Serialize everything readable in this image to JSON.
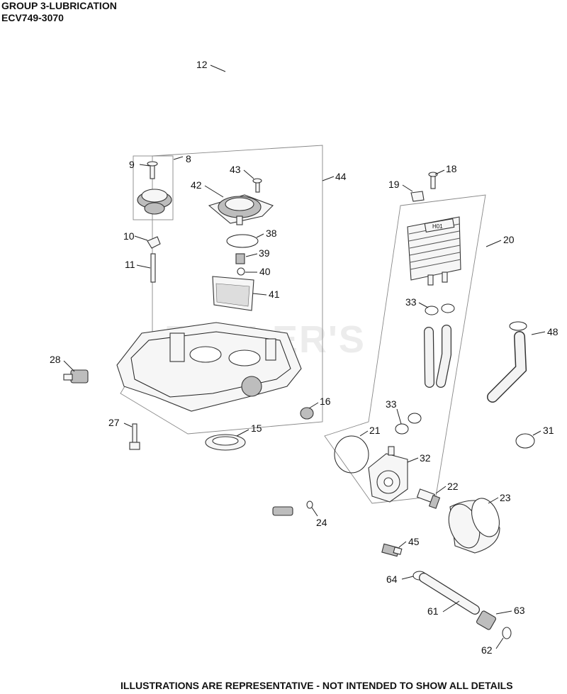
{
  "header": {
    "title": "GROUP 3-LUBRICATION",
    "model": "ECV749-3070"
  },
  "watermark": "BUTLER'S",
  "footer": "ILLUSTRATIONS ARE REPRESENTATIVE - NOT INTENDED TO SHOW ALL DETAILS",
  "callouts": {
    "c12": "12",
    "c9": "9",
    "c8": "8",
    "c43": "43",
    "c44": "44",
    "c42": "42",
    "c10": "10",
    "c38": "38",
    "c39": "39",
    "c11": "11",
    "c40": "40",
    "c41": "41",
    "c28": "28",
    "c27": "27",
    "c16": "16",
    "c15": "15",
    "c24": "24",
    "c18": "18",
    "c19": "19",
    "c20": "20",
    "c33a": "33",
    "c48": "48",
    "c33b": "33",
    "c21": "21",
    "c31": "31",
    "c32": "32",
    "c22": "22",
    "c23": "23",
    "c45": "45",
    "c64": "64",
    "c61": "61",
    "c63": "63",
    "c62": "62"
  },
  "cooler_label": "H01"
}
